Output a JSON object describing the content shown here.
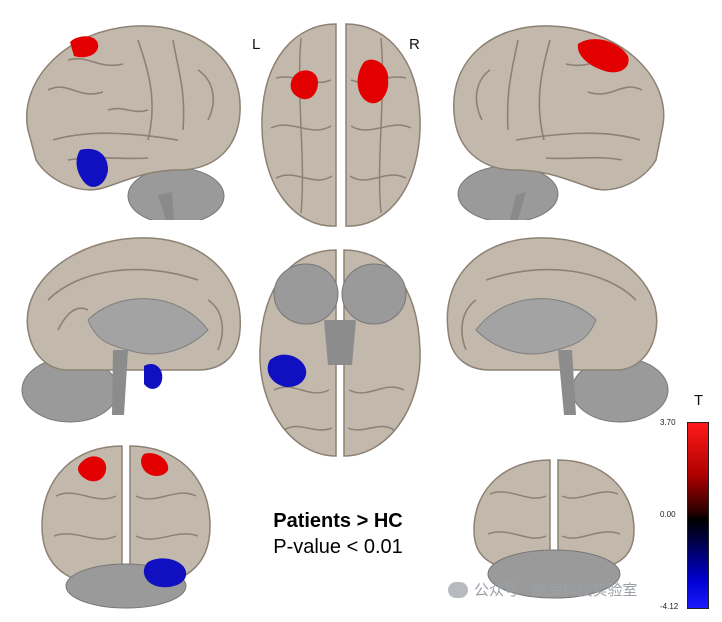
{
  "hemisphere_labels": {
    "left": "L",
    "right": "R"
  },
  "contrast": {
    "line1": "Patients > HC",
    "line2": "P-value < 0.01"
  },
  "colorbar": {
    "title": "T",
    "max_label": "3.70",
    "mid_label": "0.00",
    "min_label": "-4.12",
    "pos_color": "#ff1a1a",
    "neg_color": "#1a1aff"
  },
  "watermark": {
    "text": "公众号 · 脑海科技实验室"
  },
  "colors": {
    "cortex": "#c2b8ab",
    "cortex_dark": "#8d8174",
    "subcortex": "#9a9a9a",
    "activation": "#e30000",
    "deactivation": "#1010c0"
  },
  "views": [
    {
      "id": "lateral-left",
      "icon": "brain-lateral-left-view"
    },
    {
      "id": "dorsal",
      "icon": "brain-dorsal-view"
    },
    {
      "id": "lateral-right",
      "icon": "brain-lateral-right-view"
    },
    {
      "id": "medial-left",
      "icon": "brain-medial-left-view"
    },
    {
      "id": "ventral",
      "icon": "brain-ventral-view"
    },
    {
      "id": "medial-right",
      "icon": "brain-medial-right-view"
    },
    {
      "id": "anterior",
      "icon": "brain-anterior-view"
    },
    {
      "id": "posterior",
      "icon": "brain-posterior-view"
    }
  ]
}
